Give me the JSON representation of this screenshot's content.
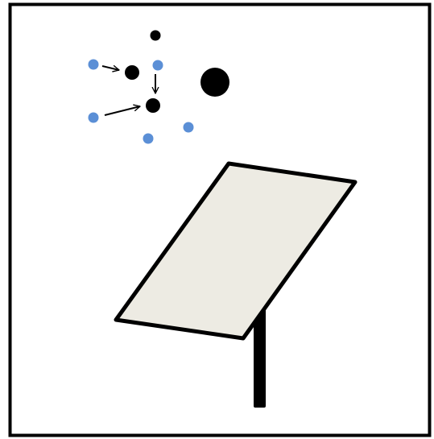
{
  "colors": {
    "background": "#ffffff",
    "frame": "#000000",
    "panel_fill": "#edebe3",
    "panel_stroke": "#000000",
    "pole": "#000000",
    "black_dot": "#000000",
    "blue_dot": "#5b8fd6",
    "arrow": "#000000"
  },
  "icons": {
    "frame": "border-frame",
    "panel": "solar-panel-icon",
    "pole": "mount-pole",
    "large_dot": "large-black-dot",
    "small_black_dot": "black-dot",
    "blue_dot": "blue-dot",
    "arrow": "arrow-icon"
  }
}
